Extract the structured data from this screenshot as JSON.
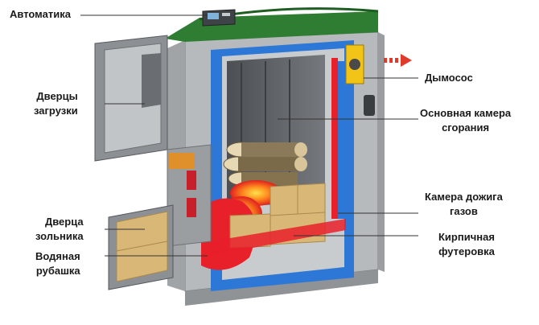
{
  "labels": {
    "automatics": "Автоматика",
    "loading_door": [
      "Дверцы",
      "загрузки"
    ],
    "ash_door": [
      "Дверца",
      "зольника"
    ],
    "water_jacket": [
      "Водяная",
      "рубашка"
    ],
    "smoke_exhauster": "Дымосос",
    "main_chamber": [
      "Основная камера",
      "сгорания"
    ],
    "afterburn_chamber": [
      "Камера дожига",
      "газов"
    ],
    "brick_lining": [
      "Кирпичная",
      "футеровка"
    ]
  },
  "colors": {
    "body_gray": "#a9acae",
    "water_blue": "#2d78d6",
    "flame_red": "#e8202a",
    "top_green": "#2e7d32",
    "brick_tan": "#d9b877",
    "fan_yellow": "#f2c418",
    "exhaust_arrow": "#e03a2a"
  },
  "icons": [
    "control-panel-icon",
    "fire-icon",
    "exhaust-arrow-icon",
    "fan-icon"
  ]
}
